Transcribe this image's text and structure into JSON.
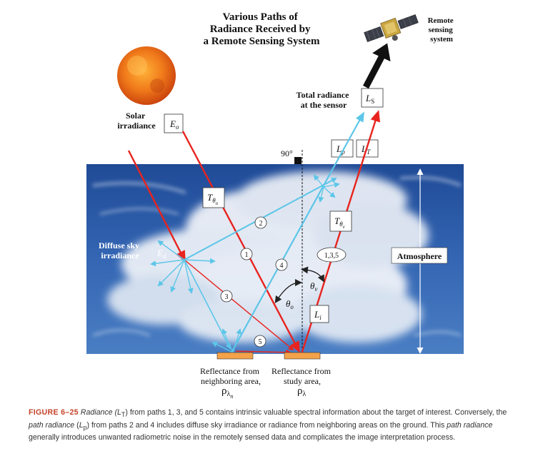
{
  "title": [
    "Various Paths of",
    "Radiance Received by",
    "a Remote Sensing System"
  ],
  "labels": {
    "remote_sensing": [
      "Remote",
      "sensing",
      "system"
    ],
    "total_radiance": [
      "Total radiance",
      "at the sensor"
    ],
    "solar_irradiance": [
      "Solar",
      "irradiance"
    ],
    "diffuse_sky": [
      "Diffuse sky",
      "irradiance"
    ],
    "atmosphere": "Atmosphere",
    "reflect_neighbor": [
      "Reflectance from",
      "neighboring area,"
    ],
    "reflect_study": [
      "Reflectance from",
      "study area,"
    ],
    "ninety_deg": "90°"
  },
  "symbols": {
    "Ls": "L",
    "Ls_sub": "S",
    "Lp": "L",
    "Lp_sub": "p",
    "Lt": "L",
    "Lt_sub": "T",
    "Eo": "E",
    "Eo_sub": "o",
    "Ed": "E",
    "Ed_sub": "d",
    "T_theta_o": "T",
    "T_theta_o_sub": "θ",
    "T_theta_o_subsub": "o",
    "T_theta_v": "T",
    "T_theta_v_sub": "θ",
    "T_theta_v_subsub": "v",
    "theta_v": "θ",
    "theta_v_sub": "v",
    "theta_o": "θ",
    "theta_o_sub": "o",
    "Li": "L",
    "Li_sub": "i",
    "rho_neighbor": "ρ",
    "rho_neighbor_sub": "λ",
    "rho_neighbor_subsub": "n",
    "rho_study": "ρ",
    "rho_study_sub": "λ"
  },
  "path_numbers": [
    "1",
    "2",
    "3",
    "4",
    "5",
    "1,3,5"
  ],
  "caption": {
    "figure": "FIGURE 6–25",
    "p1": " Radiance (",
    "p1_sym": "L",
    "p1_sub": "T",
    "p2": ") from paths 1, 3, and 5 contains intrinsic valuable spectral information about the target of interest. Conversely, the ",
    "p2_em": "path radiance",
    "p3": " (",
    "p3_sym": "L",
    "p3_sub": "p",
    "p4": ") from paths 2 and 4 includes diffuse sky irradiance or radiance from neighboring areas on the ground. This ",
    "p4_em": "path radiance",
    "p5": " generally introduces unwanted radiometric noise in the remotely sensed data and complicates the image interpretation process."
  },
  "colors": {
    "red_path": "#e8231e",
    "blue_path": "#5cc6e8",
    "sky_dark": "#2c5aa6",
    "target": "#f3a24a"
  }
}
